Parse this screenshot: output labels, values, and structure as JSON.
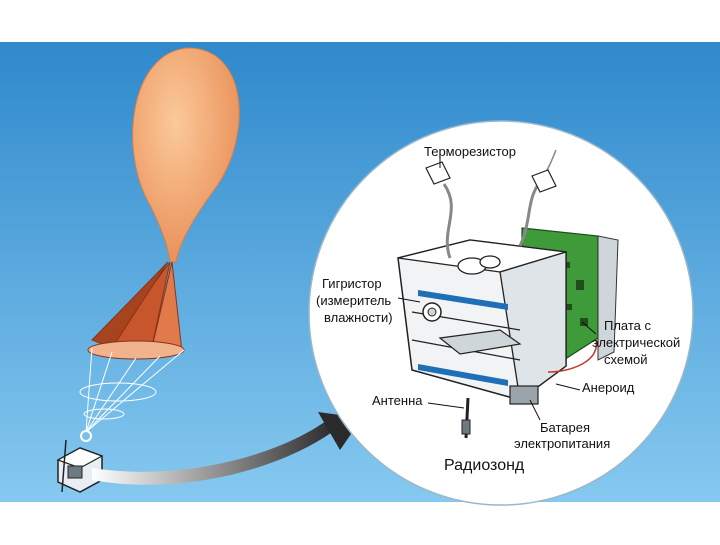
{
  "labels": {
    "thermistor": "Терморезистор",
    "hygristor_1": "Гигристор",
    "hygristor_2": "(измеритель",
    "hygristor_3": "влажности)",
    "board_1": "Плата с",
    "board_2": "электрической",
    "board_3": "схемой",
    "aneroid": "Анероид",
    "antenna": "Антенна",
    "battery_1": "Батарея",
    "battery_2": "электропитания",
    "title": "Радиозонд"
  },
  "colors": {
    "sky_top": "#2f89cc",
    "sky_bottom": "#7ec4ee",
    "balloon": "#f2a36a",
    "parachute": "#c8562d",
    "circle_fill": "#ffffff",
    "board_green": "#3f9a3a"
  }
}
